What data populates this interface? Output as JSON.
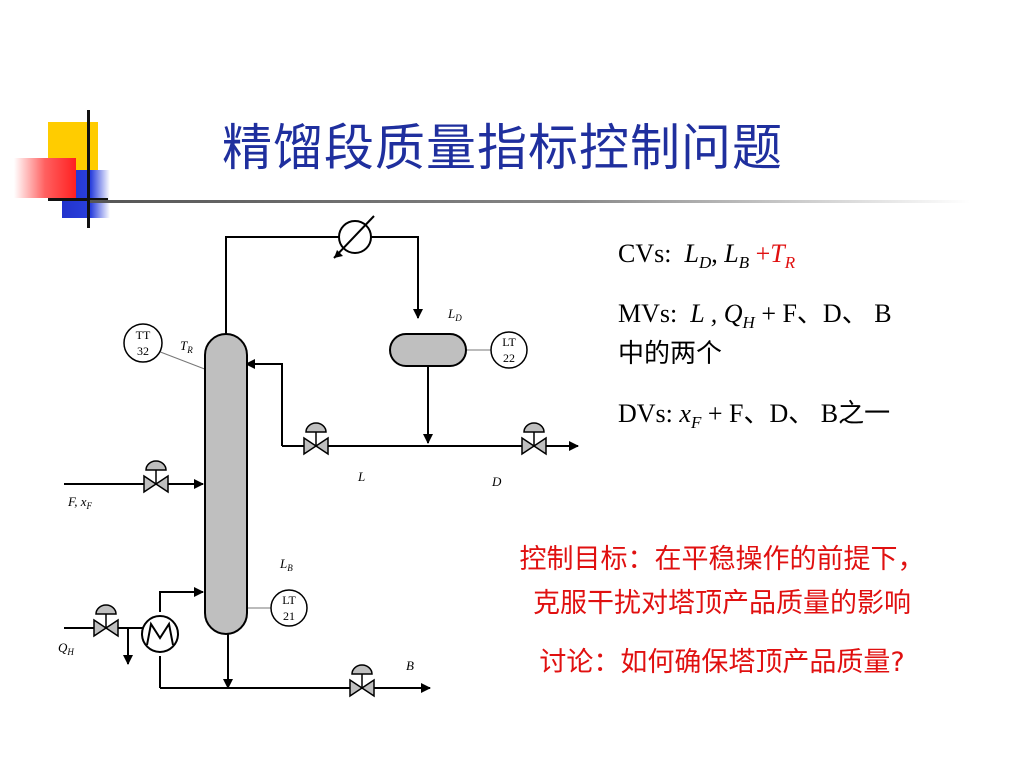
{
  "title": "精馏段质量指标控制问题",
  "cvs": {
    "label": "CVs:",
    "items": [
      "L",
      "D",
      ", ",
      "L",
      "B",
      " +",
      "T",
      "R"
    ]
  },
  "mvs": {
    "label": "MVs:",
    "line1": "L , Q",
    "line1_sub": "H",
    "line1_rest": " + F、D、 B",
    "line2": "中的两个"
  },
  "dvs": {
    "label": "DVs:",
    "x": "x",
    "x_sub": "F",
    "rest": " + F、D、 B之一"
  },
  "goal": {
    "line1": "控制目标：在平稳操作的前提下，",
    "line2": "克服干扰对塔顶产品质量的影响"
  },
  "discussion": "讨论：如何确保塔顶产品质量?",
  "diagram": {
    "tt_label": "TT",
    "tt_num": "32",
    "tr_label": "T",
    "tr_sub": "R",
    "ld_label": "L",
    "ld_sub": "D",
    "lt22_label": "LT",
    "lt22_num": "22",
    "lt21_label": "LT",
    "lt21_num": "21",
    "lb_label": "L",
    "lb_sub": "B",
    "l_label": "L",
    "d_label": "D",
    "b_label": "B",
    "feed_label": "F, x",
    "feed_sub": "F",
    "qh_label": "Q",
    "qh_sub": "H"
  },
  "colors": {
    "title": "#1f2f9e",
    "accent_red": "#e01010",
    "deco_yellow": "#ffcc00",
    "deco_blue": "#2233cc",
    "deco_red": "#ff2020",
    "equipment_fill": "#bfbfbf"
  }
}
